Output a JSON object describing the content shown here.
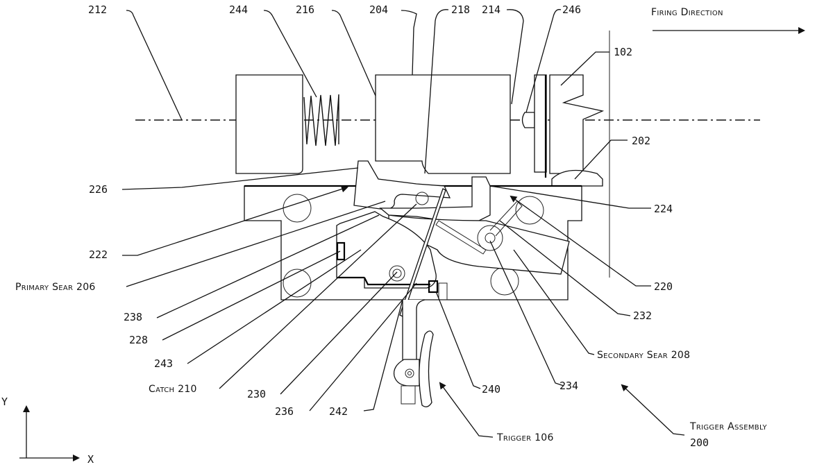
{
  "figure": {
    "title": "Trigger Assembly 200",
    "direction_label": "Firing Direction",
    "axes": {
      "x": "X",
      "y": "Y"
    }
  },
  "labels": {
    "l212": "212",
    "l244": "244",
    "l216": "216",
    "l204": "204",
    "l218": "218",
    "l214": "214",
    "l246": "246",
    "l102": "102",
    "l202": "202",
    "l226": "226",
    "l224": "224",
    "l222": "222",
    "l220": "220",
    "l206": "Primary Sear 206",
    "l238": "238",
    "l232": "232",
    "l228": "228",
    "l243": "243",
    "l208": "Secondary Sear 208",
    "l210": "Catch 210",
    "l230": "230",
    "l240": "240",
    "l234": "234",
    "l236": "236",
    "l242": "242",
    "l106": "Trigger 106",
    "l200a": "Trigger Assembly",
    "l200b": "200"
  }
}
